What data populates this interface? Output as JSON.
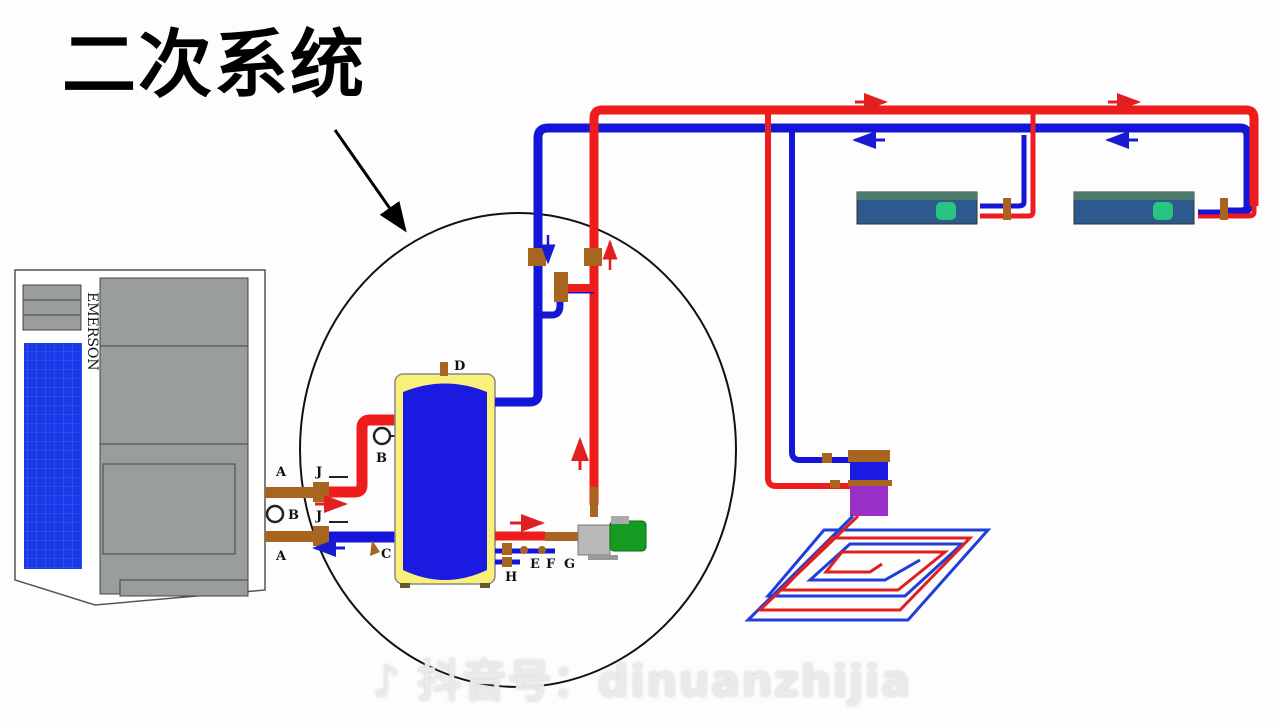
{
  "title": "二次系统",
  "watermark": {
    "icon": "tiktok-note-icon",
    "text": "抖音号：dinuanzhijia"
  },
  "outdoor_unit": {
    "brand": "EMERSON"
  },
  "labels": {
    "A_top": "A",
    "A_bottom": "A",
    "B_left": "B",
    "J_top": "J",
    "J_bottom": "J",
    "B_tank": "B",
    "C": "C",
    "D": "D",
    "E": "E",
    "F": "F",
    "G": "G",
    "H": "H"
  },
  "colors": {
    "supply": "#ee1c1c",
    "return": "#1515d8",
    "tank_jacket": "#f8f07a",
    "tank_body": "#1a1ae0",
    "fitting": "#a7651f",
    "pump_motor": "#159a22",
    "unit_body": "#9a9d9e",
    "coil": "#1f3fd8",
    "floor_manifold": "#9b30c8"
  },
  "components": [
    "outdoor-heat-pump-unit",
    "buffer-tank",
    "circulation-pump",
    "fan-coil-unit-1",
    "fan-coil-unit-2",
    "floor-heating-manifold",
    "floor-heating-loop"
  ]
}
